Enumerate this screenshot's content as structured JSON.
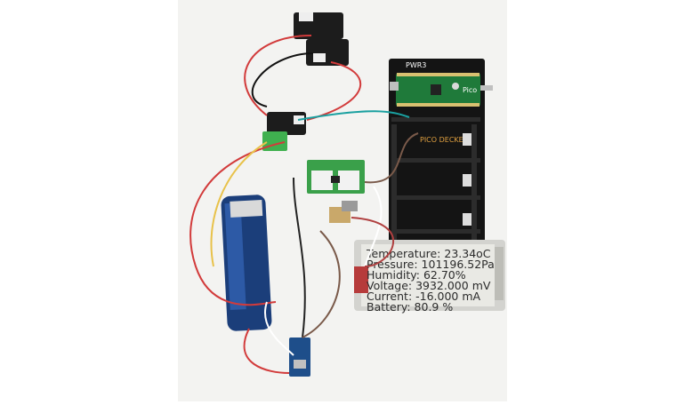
{
  "photo": {
    "eink_display": {
      "lines": [
        "Temperature: 23.34oC",
        "Pressure: 101196.52Pa",
        "Humidity: 62.70%",
        "Voltage: 3932.000 mV",
        "Current: -16.000 mA",
        "Battery:  80.9 %"
      ]
    },
    "pcb_labels": {
      "decker": "PICO DECKER",
      "pico": "Pico",
      "header": "PWR3"
    },
    "colors": {
      "board_black": "#141414",
      "pico_green": "#1f7a3a",
      "module_green": "#3aa04a",
      "eink_panel": "#e9e9e4",
      "battery_blue": "#1b3e7a"
    }
  }
}
